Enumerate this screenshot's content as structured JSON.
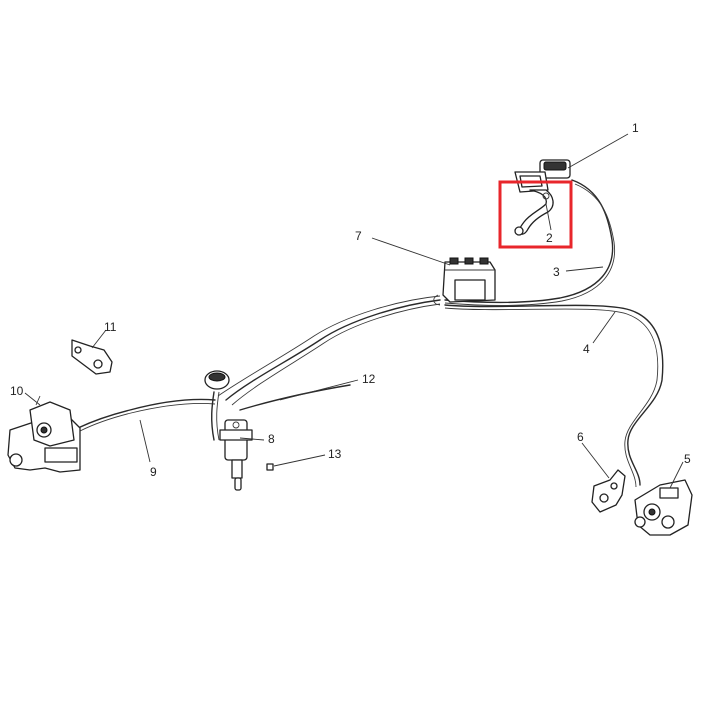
{
  "highlight_color": "#e8262b",
  "callouts": {
    "c1": "1",
    "c2": "2",
    "c3": "3",
    "c4": "4",
    "c5": "5",
    "c6": "6",
    "c7": "7",
    "c8": "8",
    "c9": "9",
    "c10": "10",
    "c11": "11",
    "c12": "12",
    "c13": "13"
  }
}
